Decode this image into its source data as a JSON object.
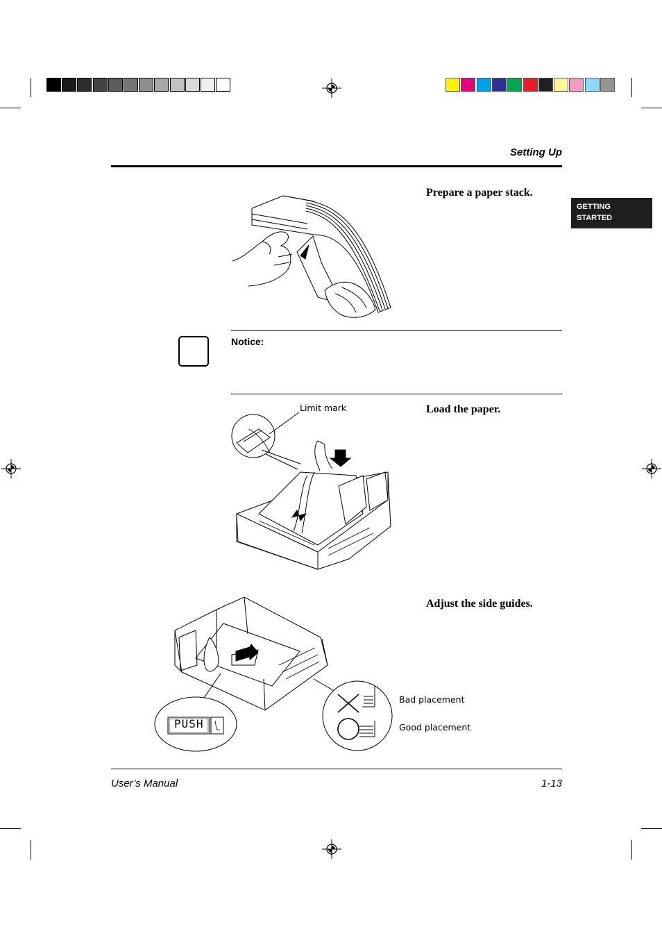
{
  "header": {
    "section_title": "Setting Up"
  },
  "side_tab": {
    "line1": "GETTING",
    "line2": "STARTED"
  },
  "steps": [
    {
      "title": "Prepare a paper stack."
    },
    {
      "title": "Load the paper."
    },
    {
      "title": "Adjust the side guides."
    }
  ],
  "notice": {
    "label": "Notice:"
  },
  "callouts": {
    "limit_mark": "Limit mark",
    "bad_placement": "Bad placement",
    "good_placement": "Good placement",
    "push": "PUSH"
  },
  "footer": {
    "left": "User’s Manual",
    "right": "1-13"
  },
  "colors": {
    "gray_bar": [
      "#000000",
      "#1a1a1a",
      "#2d2d2d",
      "#444444",
      "#5c5c5c",
      "#757575",
      "#8e8e8e",
      "#a8a8a8",
      "#c2c2c2",
      "#dadada",
      "#efefef",
      "#ffffff"
    ],
    "color_bar": [
      "#fff200",
      "#e6007e",
      "#00a0e9",
      "#2e3192",
      "#00a651",
      "#ed1c24",
      "#231f20",
      "#fff799",
      "#f49ac1",
      "#8ed8f8",
      "#959595"
    ]
  }
}
